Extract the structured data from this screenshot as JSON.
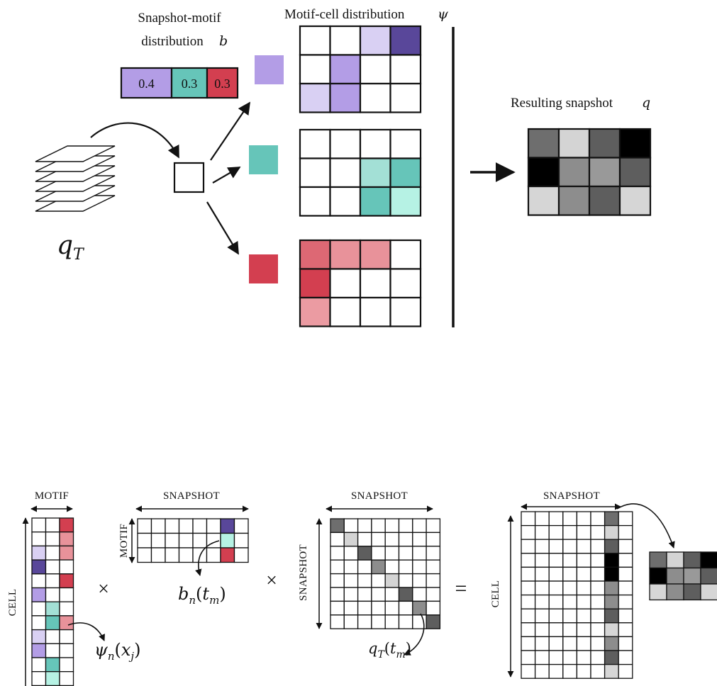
{
  "colors": {
    "purple": "#b39de6",
    "purple_light": "#d9d0f3",
    "purple_dark": "#59479a",
    "teal": "#66c5b9",
    "teal_light": "#a3e0d6",
    "teal_pale": "#b6f2e4",
    "red": "#d33f50",
    "red_mid": "#dd6874",
    "red_light": "#e8929a",
    "red_soft": "#eb9ba2",
    "gray1": "#6e6e6e",
    "gray2": "#d4d4d4",
    "gray3": "#5e5e5e",
    "gray4": "#000000",
    "gray5": "#8d8d8d",
    "gray6": "#999999",
    "gray7": "#d6d6d6"
  },
  "top": {
    "snapshot_motif_title_line1": "Snapshot-motif",
    "snapshot_motif_title_line2": "distribution",
    "snapshot_motif_symbol": "b",
    "b_values": [
      "0.4",
      "0.3",
      "0.3"
    ],
    "b_colors": [
      "purple",
      "teal",
      "red"
    ],
    "motif_cell_title": "Motif-cell distribution",
    "motif_cell_symbol": "ψ",
    "q_T_base": "q",
    "q_T_sub": "T",
    "result_title": "Resulting snapshot",
    "result_symbol": "q",
    "motif_grids": [
      [
        [
          "",
          "",
          "purple_light",
          "purple_dark"
        ],
        [
          "",
          "purple",
          "",
          ""
        ],
        [
          "purple_light",
          "purple",
          "",
          ""
        ]
      ],
      [
        [
          "",
          "",
          "",
          ""
        ],
        [
          "",
          "",
          "teal_light",
          "teal"
        ],
        [
          "",
          "",
          "teal",
          "teal_pale"
        ]
      ],
      [
        [
          "red_mid",
          "red_light",
          "red_light",
          ""
        ],
        [
          "red",
          "",
          "",
          ""
        ],
        [
          "red_soft",
          "",
          "",
          ""
        ]
      ]
    ],
    "result_grid": [
      [
        "gray1",
        "gray2",
        "gray3",
        "gray4"
      ],
      [
        "gray4",
        "gray5",
        "gray6",
        "gray3"
      ],
      [
        "gray7",
        "gray5",
        "gray3",
        "gray7"
      ]
    ]
  },
  "bottom": {
    "label_motif": "MOTIF",
    "label_snapshot": "SNAPSHOT",
    "label_cell": "CELL",
    "times": "×",
    "equals": "=",
    "psi_base": "ψ",
    "psi_sub": "n",
    "psi_arg": "x",
    "psi_arg_sub": "j",
    "b_base": "b",
    "b_sub": "n",
    "b_arg": "t",
    "b_arg_sub": "m",
    "q_base": "q",
    "q_sub": "T",
    "q_arg": "t",
    "q_arg_sub": "m",
    "cell_motif_colors": [
      [
        "",
        "",
        "red"
      ],
      [
        "",
        "",
        "red_light"
      ],
      [
        "purple_light",
        "",
        "red_light"
      ],
      [
        "purple_dark",
        "",
        ""
      ],
      [
        "",
        "",
        "red"
      ],
      [
        "purple",
        "",
        ""
      ],
      [
        "",
        "teal_light",
        ""
      ],
      [
        "",
        "teal",
        "red_light"
      ],
      [
        "purple_light",
        "",
        ""
      ],
      [
        "purple",
        "",
        ""
      ],
      [
        "",
        "teal",
        ""
      ],
      [
        "",
        "teal_pale",
        ""
      ]
    ],
    "motif_snapshot_highlight": [
      "purple_dark",
      "teal_pale",
      "red"
    ],
    "diag_colors": [
      "gray1",
      "gray2",
      "gray3",
      "gray5",
      "gray2",
      "gray3",
      "gray5",
      "gray3"
    ],
    "result_column": [
      "gray1",
      "gray2",
      "gray3",
      "gray4",
      "gray4",
      "gray5",
      "gray5",
      "gray3",
      "gray7",
      "gray5",
      "gray3",
      "gray7"
    ]
  }
}
